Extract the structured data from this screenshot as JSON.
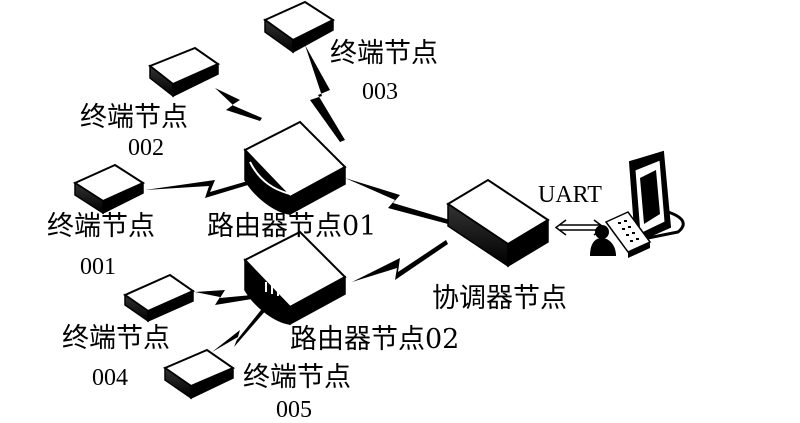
{
  "diagram": {
    "terminals": [
      {
        "name": "终端节点",
        "id": "003"
      },
      {
        "name": "终端节点",
        "id": "002"
      },
      {
        "name": "终端节点",
        "id": "001"
      },
      {
        "name": "终端节点",
        "id": "004"
      },
      {
        "name": "终端节点",
        "id": "005"
      }
    ],
    "routers": [
      {
        "label": "路由器节点01"
      },
      {
        "label": "路由器节点02"
      }
    ],
    "coordinator": {
      "label": "协调器节点"
    },
    "link_label": "UART"
  },
  "colors": {
    "line": "#000000",
    "fill_top": "#ffffff",
    "fill_side": "#000000",
    "background": "#ffffff"
  }
}
